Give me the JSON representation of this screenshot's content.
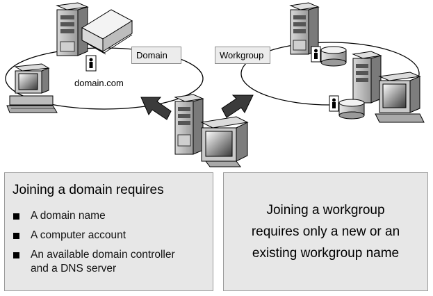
{
  "labels": {
    "domain_tag": "Domain",
    "workgroup_tag": "Workgroup",
    "domain_name": "domain.com"
  },
  "left_panel": {
    "title": "Joining a domain requires",
    "items": [
      [
        "A domain name"
      ],
      [
        "A computer account"
      ],
      [
        "An available domain controller",
        "and a DNS server"
      ]
    ]
  },
  "right_panel": {
    "lines": [
      "Joining a workgroup",
      "requires only a new or an",
      "existing workgroup name"
    ]
  },
  "icons": [
    "server-icon",
    "book-icon",
    "user-icon",
    "workstation-icon",
    "database-icon",
    "arrow-icon"
  ]
}
